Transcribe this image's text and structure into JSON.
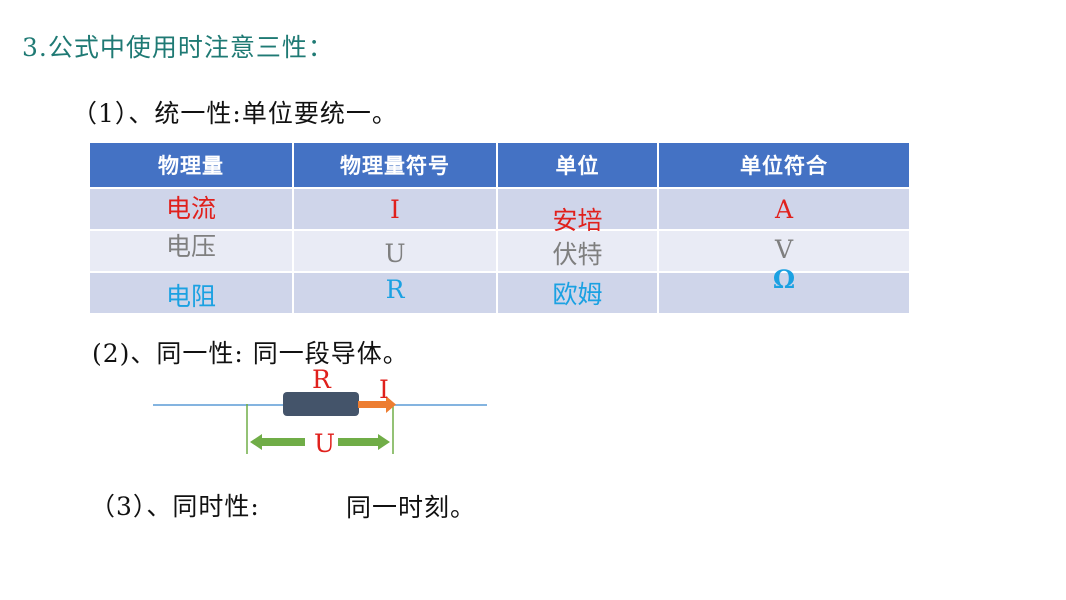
{
  "title": "3.公式中使用时注意三性：",
  "point1": "（1）、统一性:单位要统一。",
  "table": {
    "headers": [
      "物理量",
      "物理量符号",
      "单位",
      "单位符合"
    ],
    "rows": [
      {
        "quantity": "电流",
        "symbol": "I",
        "unit": "安培",
        "unit_symbol": "A"
      },
      {
        "quantity": "电压",
        "symbol": "U",
        "unit": "伏特",
        "unit_symbol": "V"
      },
      {
        "quantity": "电阻",
        "symbol": "R",
        "unit": "欧姆",
        "unit_symbol": "Ω"
      }
    ]
  },
  "point2": "(2)、同一性: 同一段导体。",
  "diagram": {
    "resistor_label": "R",
    "current_label": "I",
    "voltage_label": "U"
  },
  "point3_label": "（3）、同时性:",
  "point3_text": "同一时刻。",
  "colors": {
    "title": "#1f7a74",
    "header_bg": "#4472c4",
    "row_dark": "#cfd5ea",
    "row_light": "#e9ebf5",
    "red": "#e0201c",
    "gray": "#7f7f7f",
    "blue": "#1ba1e2",
    "green": "#70ad47",
    "orange": "#ed7d31",
    "resistor": "#44546a"
  }
}
